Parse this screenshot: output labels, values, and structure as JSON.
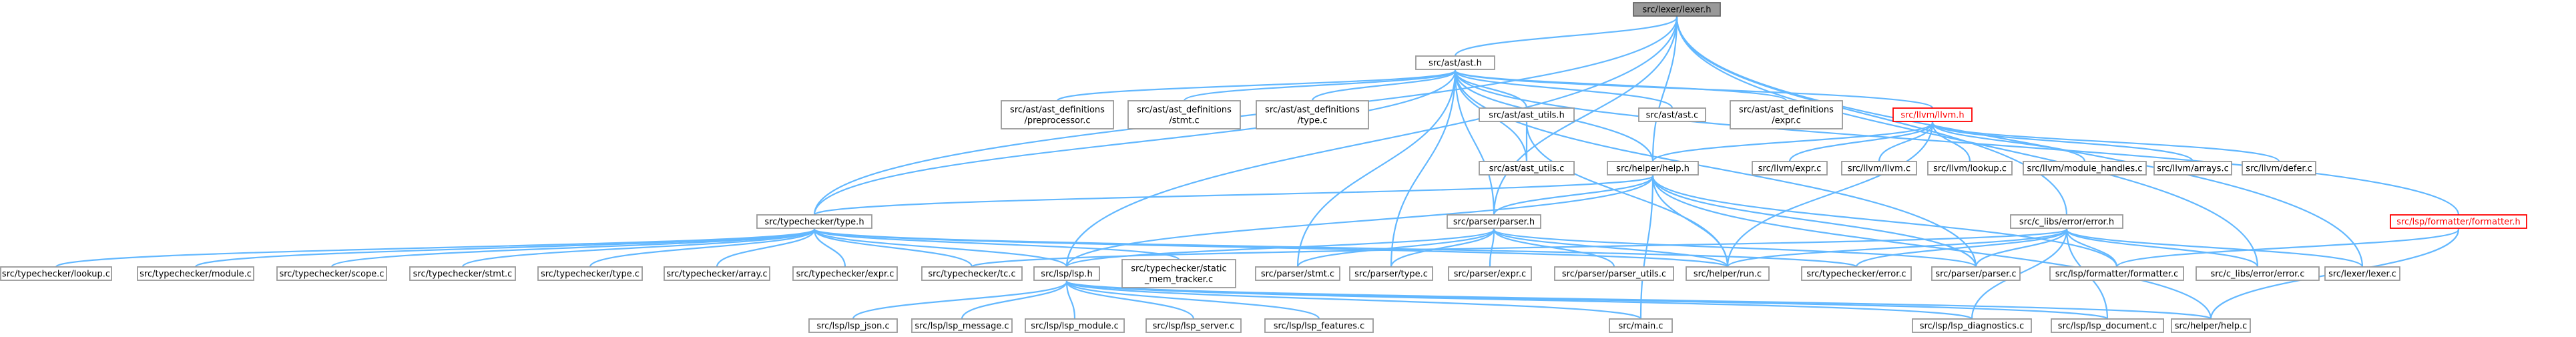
{
  "graph": {
    "title": "",
    "colors": {
      "edge": "#63b8ff",
      "node_border": "#999999",
      "root_fill": "#999999",
      "incomplete_border": "#ff0000"
    },
    "nodes": [
      {
        "id": "lexer_h",
        "label": [
          "src/lexer/lexer.h"
        ],
        "root": true
      },
      {
        "id": "ast_h",
        "label": [
          "src/ast/ast.h"
        ]
      },
      {
        "id": "ast_def_pre",
        "label": [
          "src/ast/ast_definitions",
          "/preprocessor.c"
        ]
      },
      {
        "id": "ast_def_stmt",
        "label": [
          "src/ast/ast_definitions",
          "/stmt.c"
        ]
      },
      {
        "id": "ast_def_type",
        "label": [
          "src/ast/ast_definitions",
          "/type.c"
        ]
      },
      {
        "id": "ast_utils_h",
        "label": [
          "src/ast/ast_utils.h"
        ]
      },
      {
        "id": "ast_c",
        "label": [
          "src/ast/ast.c"
        ]
      },
      {
        "id": "ast_def_expr",
        "label": [
          "src/ast/ast_definitions",
          "/expr.c"
        ]
      },
      {
        "id": "llvm_h",
        "label": [
          "src/llvm/llvm.h"
        ],
        "incomplete": true
      },
      {
        "id": "ast_utils_c",
        "label": [
          "src/ast/ast_utils.c"
        ]
      },
      {
        "id": "helper_h",
        "label": [
          "src/helper/help.h"
        ]
      },
      {
        "id": "llvm_expr",
        "label": [
          "src/llvm/expr.c"
        ]
      },
      {
        "id": "llvm_llvm",
        "label": [
          "src/llvm/llvm.c"
        ]
      },
      {
        "id": "llvm_lookup",
        "label": [
          "src/llvm/lookup.c"
        ]
      },
      {
        "id": "llvm_module_handles",
        "label": [
          "src/llvm/module_handles.c"
        ]
      },
      {
        "id": "llvm_arrays",
        "label": [
          "src/llvm/arrays.c"
        ]
      },
      {
        "id": "llvm_defer",
        "label": [
          "src/llvm/defer.c"
        ]
      },
      {
        "id": "typechecker_h",
        "label": [
          "src/typechecker/type.h"
        ]
      },
      {
        "id": "parser_h",
        "label": [
          "src/parser/parser.h"
        ]
      },
      {
        "id": "c_libs_error_h",
        "label": [
          "src/c_libs/error/error.h"
        ]
      },
      {
        "id": "formatter_h",
        "label": [
          "src/lsp/formatter/formatter.h"
        ],
        "incomplete": true
      },
      {
        "id": "tc_lookup",
        "label": [
          "src/typechecker/lookup.c"
        ]
      },
      {
        "id": "tc_module",
        "label": [
          "src/typechecker/module.c"
        ]
      },
      {
        "id": "tc_scope",
        "label": [
          "src/typechecker/scope.c"
        ]
      },
      {
        "id": "tc_stmt",
        "label": [
          "src/typechecker/stmt.c"
        ]
      },
      {
        "id": "tc_type",
        "label": [
          "src/typechecker/type.c"
        ]
      },
      {
        "id": "tc_array",
        "label": [
          "src/typechecker/array.c"
        ]
      },
      {
        "id": "tc_expr",
        "label": [
          "src/typechecker/expr.c"
        ]
      },
      {
        "id": "tc_tc",
        "label": [
          "src/typechecker/tc.c"
        ]
      },
      {
        "id": "lsp_h",
        "label": [
          "src/lsp/lsp.h"
        ]
      },
      {
        "id": "tc_static_mem",
        "label": [
          "src/typechecker/static",
          "_mem_tracker.c"
        ]
      },
      {
        "id": "parser_stmt",
        "label": [
          "src/parser/stmt.c"
        ]
      },
      {
        "id": "parser_type",
        "label": [
          "src/parser/type.c"
        ]
      },
      {
        "id": "parser_expr",
        "label": [
          "src/parser/expr.c"
        ]
      },
      {
        "id": "parser_utils",
        "label": [
          "src/parser/parser_utils.c"
        ]
      },
      {
        "id": "helper_run",
        "label": [
          "src/helper/run.c"
        ]
      },
      {
        "id": "tc_error",
        "label": [
          "src/typechecker/error.c"
        ]
      },
      {
        "id": "parser_parser",
        "label": [
          "src/parser/parser.c"
        ]
      },
      {
        "id": "formatter_c",
        "label": [
          "src/lsp/formatter/formatter.c"
        ]
      },
      {
        "id": "c_libs_error_c",
        "label": [
          "src/c_libs/error/error.c"
        ]
      },
      {
        "id": "lexer_c",
        "label": [
          "src/lexer/lexer.c"
        ]
      },
      {
        "id": "lsp_json",
        "label": [
          "src/lsp/lsp_json.c"
        ]
      },
      {
        "id": "lsp_message",
        "label": [
          "src/lsp/lsp_message.c"
        ]
      },
      {
        "id": "lsp_module",
        "label": [
          "src/lsp/lsp_module.c"
        ]
      },
      {
        "id": "lsp_server",
        "label": [
          "src/lsp/lsp_server.c"
        ]
      },
      {
        "id": "lsp_features",
        "label": [
          "src/lsp/lsp_features.c"
        ]
      },
      {
        "id": "main_c",
        "label": [
          "src/main.c"
        ]
      },
      {
        "id": "lsp_diagnostics",
        "label": [
          "src/lsp/lsp_diagnostics.c"
        ]
      },
      {
        "id": "lsp_document",
        "label": [
          "src/lsp/lsp_document.c"
        ]
      },
      {
        "id": "helper_c",
        "label": [
          "src/helper/help.c"
        ]
      }
    ],
    "edges": [
      [
        "lexer_h",
        "ast_h"
      ],
      [
        "lexer_h",
        "typechecker_h"
      ],
      [
        "lexer_h",
        "parser_h"
      ],
      [
        "lexer_h",
        "lsp_h"
      ],
      [
        "lexer_h",
        "helper_h"
      ],
      [
        "lexer_h",
        "c_libs_error_h"
      ],
      [
        "lexer_h",
        "lexer_c"
      ],
      [
        "lexer_h",
        "c_libs_error_c"
      ],
      [
        "ast_h",
        "ast_def_pre"
      ],
      [
        "ast_h",
        "ast_def_stmt"
      ],
      [
        "ast_h",
        "ast_def_type"
      ],
      [
        "ast_h",
        "ast_utils_h"
      ],
      [
        "ast_h",
        "ast_c"
      ],
      [
        "ast_h",
        "ast_def_expr"
      ],
      [
        "ast_h",
        "llvm_h"
      ],
      [
        "ast_h",
        "ast_utils_c"
      ],
      [
        "ast_h",
        "helper_h"
      ],
      [
        "ast_h",
        "typechecker_h"
      ],
      [
        "ast_h",
        "parser_h"
      ],
      [
        "ast_h",
        "parser_stmt"
      ],
      [
        "ast_h",
        "parser_type"
      ],
      [
        "ast_h",
        "parser_parser"
      ],
      [
        "ast_h",
        "formatter_h"
      ],
      [
        "ast_utils_h",
        "ast_utils_c"
      ],
      [
        "ast_utils_h",
        "helper_run"
      ],
      [
        "llvm_h",
        "helper_h"
      ],
      [
        "llvm_h",
        "llvm_expr"
      ],
      [
        "llvm_h",
        "llvm_llvm"
      ],
      [
        "llvm_h",
        "llvm_lookup"
      ],
      [
        "llvm_h",
        "llvm_module_handles"
      ],
      [
        "llvm_h",
        "llvm_arrays"
      ],
      [
        "llvm_h",
        "llvm_defer"
      ],
      [
        "llvm_h",
        "helper_run"
      ],
      [
        "helper_h",
        "typechecker_h"
      ],
      [
        "helper_h",
        "parser_h"
      ],
      [
        "helper_h",
        "lsp_h"
      ],
      [
        "helper_h",
        "helper_run"
      ],
      [
        "helper_h",
        "main_c"
      ],
      [
        "helper_h",
        "parser_parser"
      ],
      [
        "helper_h",
        "formatter_c"
      ],
      [
        "helper_h",
        "helper_c"
      ],
      [
        "typechecker_h",
        "tc_lookup"
      ],
      [
        "typechecker_h",
        "tc_module"
      ],
      [
        "typechecker_h",
        "tc_scope"
      ],
      [
        "typechecker_h",
        "tc_stmt"
      ],
      [
        "typechecker_h",
        "tc_type"
      ],
      [
        "typechecker_h",
        "tc_array"
      ],
      [
        "typechecker_h",
        "tc_expr"
      ],
      [
        "typechecker_h",
        "tc_tc"
      ],
      [
        "typechecker_h",
        "lsp_h"
      ],
      [
        "typechecker_h",
        "tc_static_mem"
      ],
      [
        "typechecker_h",
        "helper_run"
      ],
      [
        "typechecker_h",
        "tc_error"
      ],
      [
        "parser_h",
        "lsp_h"
      ],
      [
        "parser_h",
        "parser_stmt"
      ],
      [
        "parser_h",
        "parser_type"
      ],
      [
        "parser_h",
        "parser_expr"
      ],
      [
        "parser_h",
        "parser_utils"
      ],
      [
        "parser_h",
        "helper_run"
      ],
      [
        "parser_h",
        "parser_parser"
      ],
      [
        "c_libs_error_h",
        "tc_error"
      ],
      [
        "c_libs_error_h",
        "parser_parser"
      ],
      [
        "c_libs_error_h",
        "formatter_c"
      ],
      [
        "c_libs_error_h",
        "c_libs_error_c"
      ],
      [
        "c_libs_error_h",
        "lexer_c"
      ],
      [
        "c_libs_error_h",
        "lsp_diagnostics"
      ],
      [
        "c_libs_error_h",
        "lsp_document"
      ],
      [
        "c_libs_error_h",
        "helper_run"
      ],
      [
        "c_libs_error_h",
        "tc_tc"
      ],
      [
        "formatter_h",
        "formatter_c"
      ],
      [
        "formatter_h",
        "helper_c"
      ],
      [
        "lsp_h",
        "lsp_json"
      ],
      [
        "lsp_h",
        "lsp_message"
      ],
      [
        "lsp_h",
        "lsp_module"
      ],
      [
        "lsp_h",
        "lsp_server"
      ],
      [
        "lsp_h",
        "lsp_features"
      ],
      [
        "lsp_h",
        "main_c"
      ],
      [
        "lsp_h",
        "lsp_diagnostics"
      ],
      [
        "lsp_h",
        "lsp_document"
      ],
      [
        "lsp_h",
        "helper_c"
      ]
    ]
  }
}
